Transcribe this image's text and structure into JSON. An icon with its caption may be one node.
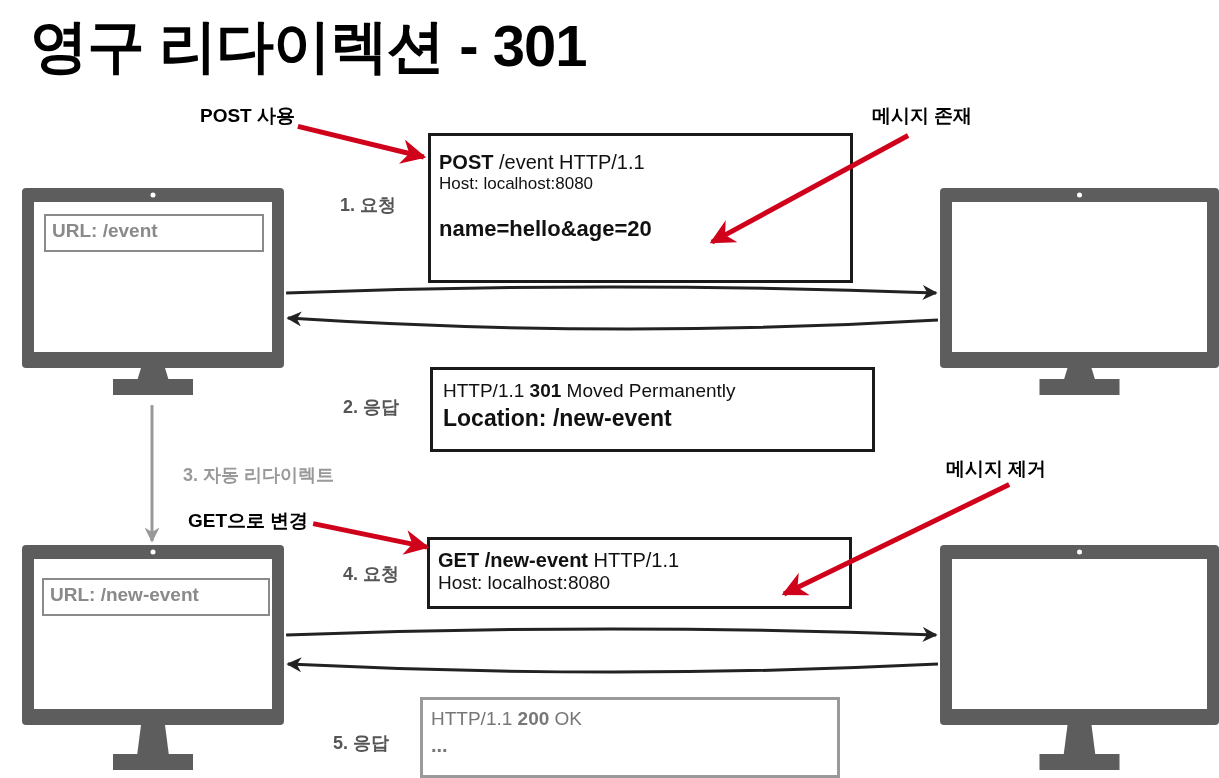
{
  "diagram": {
    "title": "영구 리다이렉션 - 301",
    "nodes": [
      {
        "text": [],
        "shape": "monitor"
      },
      {
        "text": [
          "URL: /event"
        ],
        "in": 0
      },
      {
        "text": [],
        "shape": "monitor"
      },
      {
        "text": [
          "**POST** /event HTTP/1.1",
          "Host: localhost:8080",
          "name=hello&age=20"
        ],
        "beside": [
          "1. 요청"
        ]
      },
      {
        "text": [
          "HTTP/1.1 **301** Moved Permanently",
          "Location: /new-event"
        ],
        "beside": [
          "2. 응답"
        ]
      },
      {
        "text": [],
        "shape": "monitor"
      },
      {
        "text": [
          "URL: /new-event"
        ],
        "in": 5
      },
      {
        "text": [],
        "shape": "monitor"
      },
      {
        "text": [
          "**GET /new-event** HTTP/1.1",
          "Host: localhost:8080"
        ],
        "beside": [
          "4. 요청"
        ]
      },
      {
        "text": [
          "HTTP/1.1 **200** OK",
          "..."
        ],
        "beside": [
          "5. 응답"
        ]
      },
      {
        "text": [
          "POST 사용"
        ]
      },
      {
        "text": [
          "메시지 존재"
        ]
      },
      {
        "text": [
          "GET으로 변경"
        ]
      },
      {
        "text": [
          "메시지 제거"
        ]
      }
    ],
    "edges": [
      {
        "from": 0,
        "to": 2,
        "arrow": "to"
      },
      {
        "from": 2,
        "to": 0,
        "arrow": "to"
      },
      {
        "from": 0,
        "to": 5,
        "arrow": "to",
        "label": "3. 자동 리다이렉트",
        "color": "#999999"
      },
      {
        "from": 5,
        "to": 7,
        "arrow": "to"
      },
      {
        "from": 7,
        "to": 5,
        "arrow": "to"
      },
      {
        "from": 10,
        "to": 3,
        "arrow": "to",
        "color": "#d0021b"
      },
      {
        "from": 11,
        "to": 3,
        "arrow": "to",
        "color": "#d0021b"
      },
      {
        "from": 12,
        "to": 8,
        "arrow": "to",
        "color": "#d0021b"
      },
      {
        "from": 13,
        "to": 8,
        "arrow": "to",
        "color": "#d0021b"
      }
    ]
  }
}
